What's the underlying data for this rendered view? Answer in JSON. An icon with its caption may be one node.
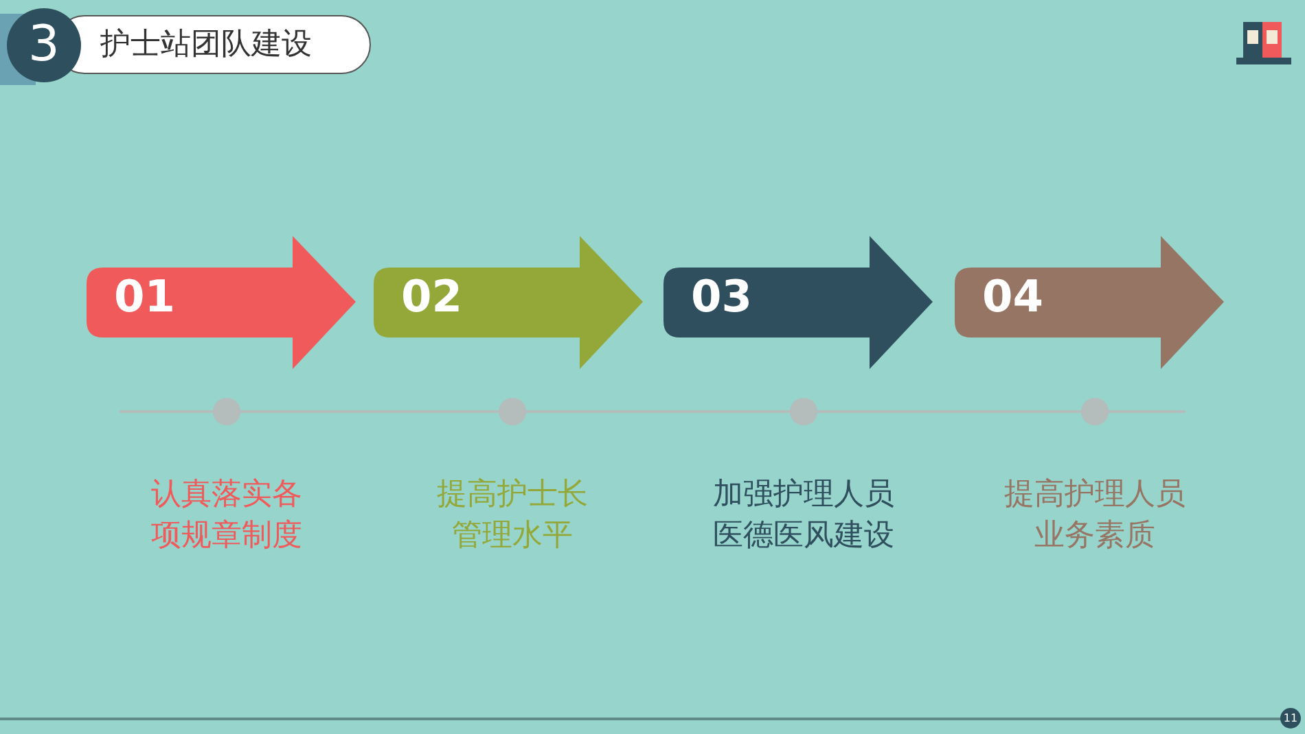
{
  "diagram": {
    "title": "护士站团队建设",
    "nodes": [
      {
        "text": [
          "3"
        ]
      },
      {
        "text": [
          "01"
        ],
        "beside": [
          "认真落实各项规章制度"
        ]
      },
      {
        "text": [
          "02"
        ],
        "beside": [
          "提高护士长管理水平"
        ]
      },
      {
        "text": [
          "03"
        ],
        "beside": [
          "加强护理人员医德医风建设"
        ]
      },
      {
        "text": [
          "04"
        ],
        "beside": [
          "提高护理人员业务素质"
        ]
      }
    ],
    "labels": [
      "11"
    ]
  }
}
